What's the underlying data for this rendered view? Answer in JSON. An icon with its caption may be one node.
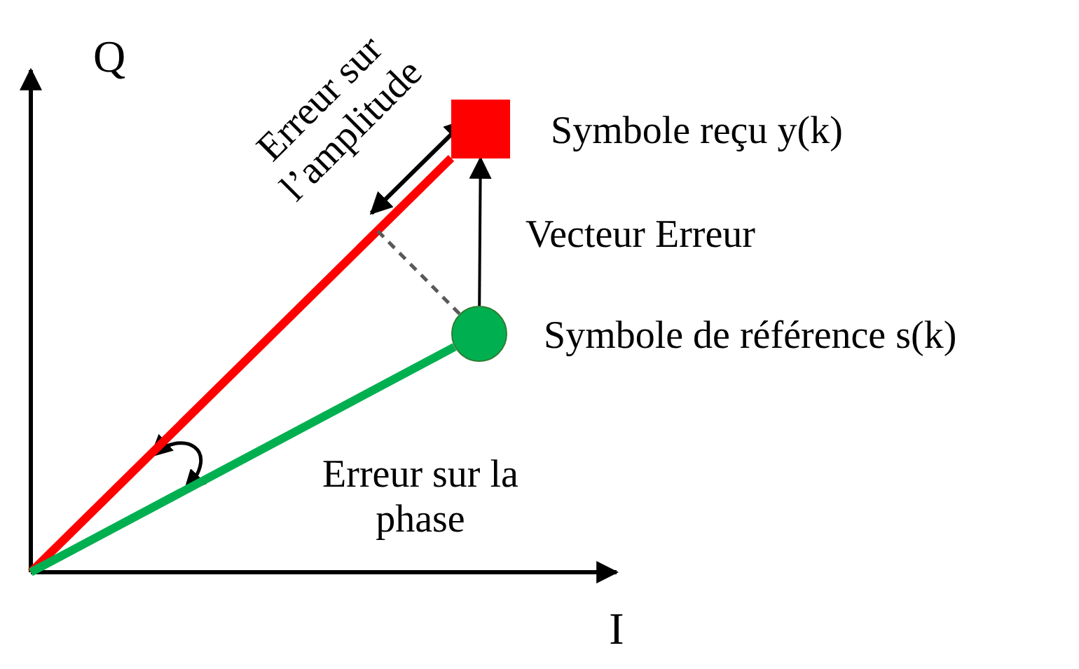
{
  "diagram": {
    "nodes": [
      {
        "text": [],
        "shape": "box",
        "beside": [
          "Symbole reçu y(k)"
        ]
      },
      {
        "text": [],
        "shape": "circle",
        "beside": [
          "Symbole de référence s(k)"
        ]
      }
    ],
    "edges": [
      {
        "from": null,
        "to": 0,
        "arrow": "none",
        "style": "thick",
        "color": "#ff0000"
      },
      {
        "from": null,
        "to": 1,
        "arrow": "none",
        "style": "thick",
        "color": "#00b050"
      },
      {
        "from": 1,
        "to": 0,
        "arrow": "to",
        "label": "Vecteur Erreur",
        "color": "#000000"
      },
      {
        "from": 1,
        "to": null,
        "arrow": "none",
        "style": "dashed",
        "color": "#595959"
      }
    ],
    "labels": [
      "Q",
      "Erreur sur l’amplitude",
      "Erreur sur la phase",
      "I"
    ]
  }
}
